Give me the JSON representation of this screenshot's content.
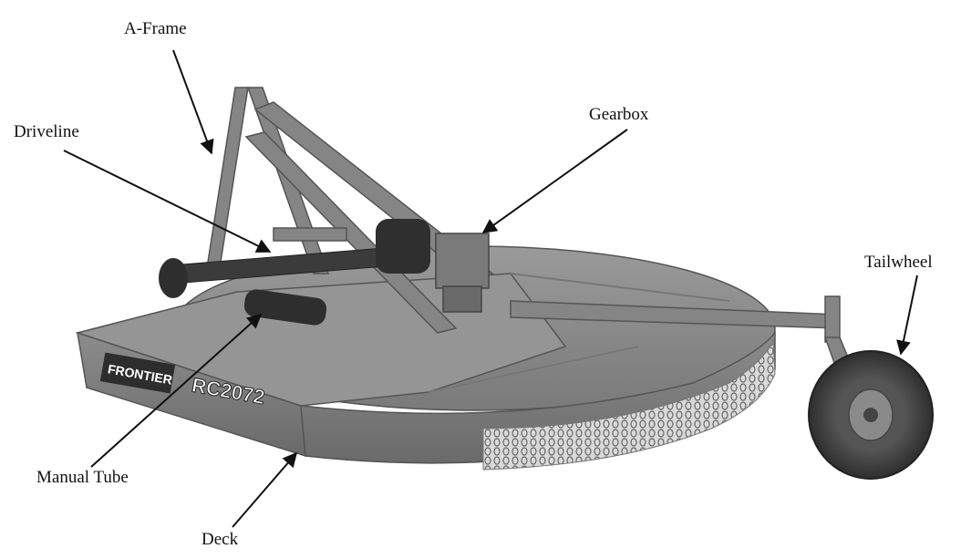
{
  "labels": {
    "a_frame": "A-Frame",
    "driveline": "Driveline",
    "gearbox": "Gearbox",
    "tailwheel": "Tailwheel",
    "manual_tube": "Manual Tube",
    "deck": "Deck"
  },
  "decals": {
    "brand": "FRONTIER",
    "model": "RC2072"
  },
  "colors": {
    "deck": "#8a8a8a",
    "deck_dark": "#6d6d6d",
    "frame": "#7f7f7f",
    "tire": "#3a3a3a",
    "line": "#111111"
  }
}
